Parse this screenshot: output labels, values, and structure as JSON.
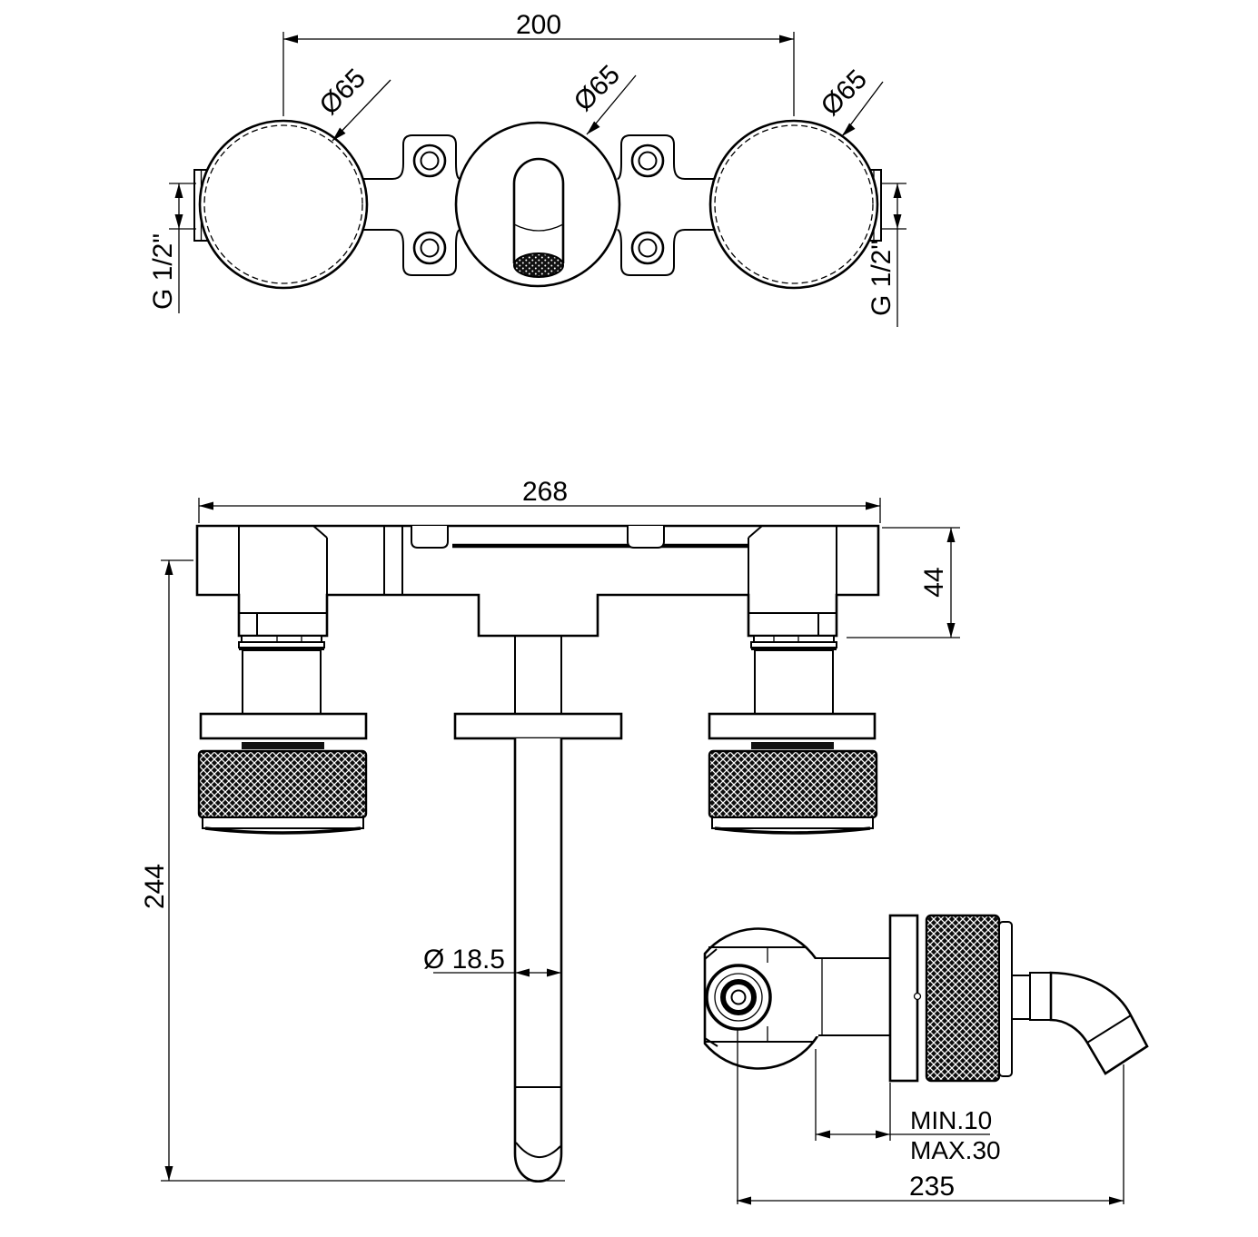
{
  "drawing": {
    "kind": "wall-mounted basin mixer installation drawing",
    "background": "#ffffff",
    "line_color": "#000000"
  },
  "front_view": {
    "dim_handle_spacing": "200",
    "dia_knob_left": "Ø65",
    "dia_spout_escutcheon": "Ø65",
    "dia_knob_right": "Ø65",
    "thread_left": "G 1/2\"",
    "thread_right": "G 1/2\""
  },
  "bottom_view": {
    "dim_overall_width": "268",
    "dim_body_depth": "44",
    "dim_overall_height": "244",
    "dim_spout_diameter": "Ø 18.5"
  },
  "side_view": {
    "wall_depth_min": "MIN.10",
    "wall_depth_max": "MAX.30",
    "dim_spout_reach": "235"
  }
}
